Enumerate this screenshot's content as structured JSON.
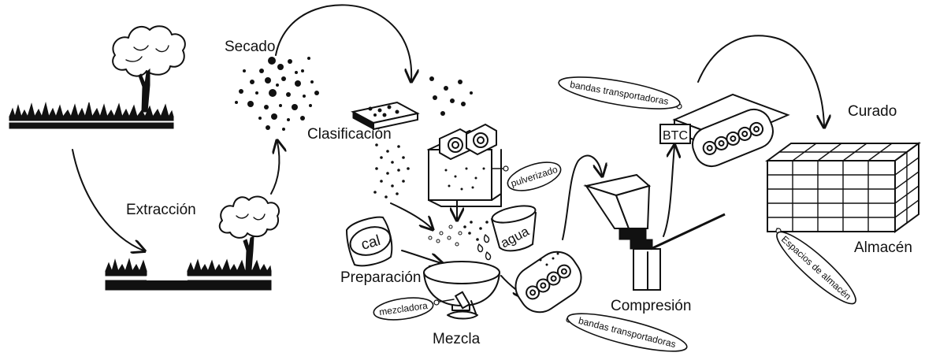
{
  "stages": {
    "extraction": "Extracción",
    "drying": "Secado",
    "classification": "Clasificación",
    "preparation": "Preparación",
    "mixing": "Mezcla",
    "compression": "Compresión",
    "curing": "Curado",
    "storage": "Almacén"
  },
  "callouts": {
    "pulverized": "pulverizado",
    "mixer": "mezcladora",
    "conveyor_low": "bandas transportadoras",
    "conveyor_high": "bandas transportadoras",
    "storage_spaces": "Espacios de almacén"
  },
  "items": {
    "lime_bag": "cal",
    "water_bucket": "agua",
    "block_label": "BTC"
  }
}
